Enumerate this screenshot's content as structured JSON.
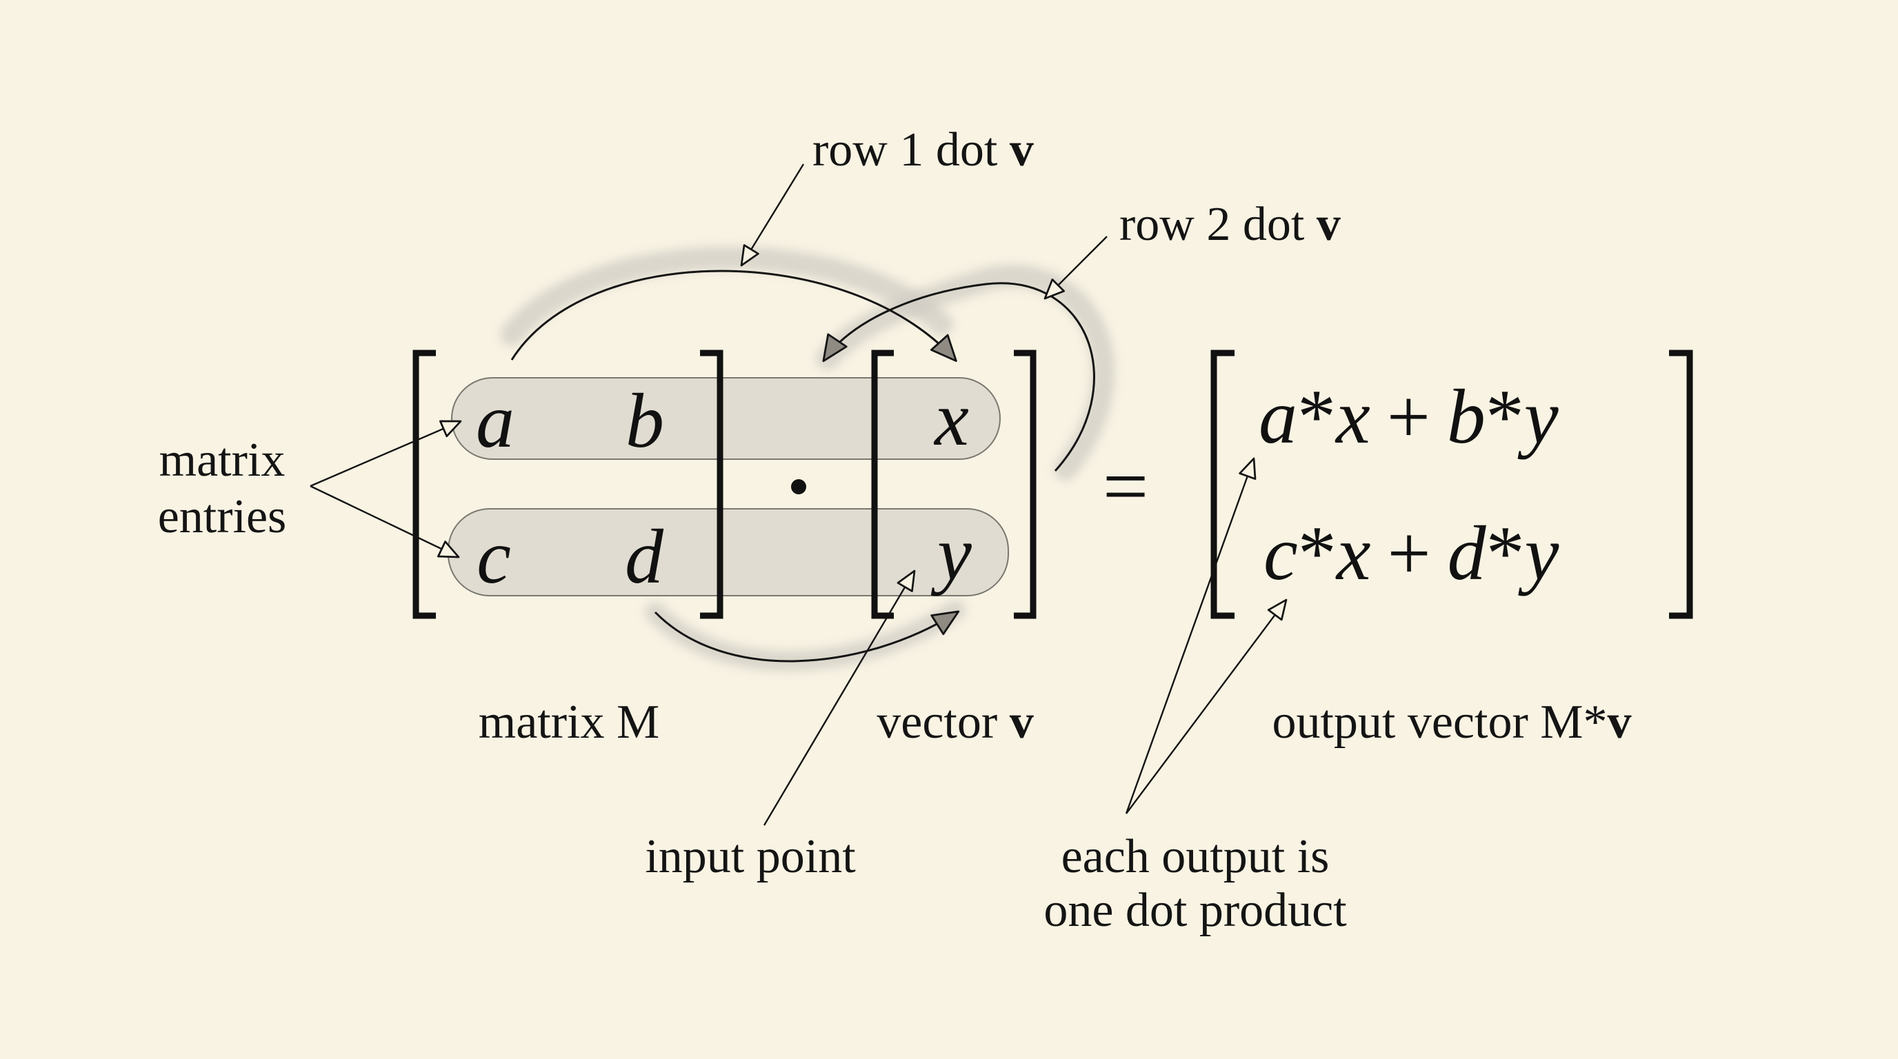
{
  "colors": {
    "background": "#f8f3e3",
    "ink": "#141414",
    "highlight": "#cfcbc3",
    "shadow": "#c9c5bc"
  },
  "matrix": {
    "entries": [
      [
        "a",
        "b"
      ],
      [
        "c",
        "d"
      ]
    ],
    "label": "matrix M"
  },
  "operator": {
    "dot": "·",
    "equals": "="
  },
  "vector": {
    "entries": [
      "x",
      "y"
    ],
    "label_text": "vector ",
    "label_bold": "v"
  },
  "output": {
    "rows": [
      {
        "t1": "a",
        "t2": "x",
        "t3": "b",
        "t4": "y"
      },
      {
        "t1": "c",
        "t2": "x",
        "t3": "d",
        "t4": "y"
      }
    ],
    "times": "*",
    "plus": "+",
    "label_text": "output vector M*",
    "label_bold": "v"
  },
  "annotations": {
    "row1": {
      "text": "row 1 dot ",
      "bold": "v"
    },
    "row2": {
      "text": "row 2 dot ",
      "bold": "v"
    },
    "matrix_entries": [
      "matrix",
      "entries"
    ],
    "input_point": "input point",
    "each_output": [
      "each output is",
      "one dot product"
    ]
  }
}
